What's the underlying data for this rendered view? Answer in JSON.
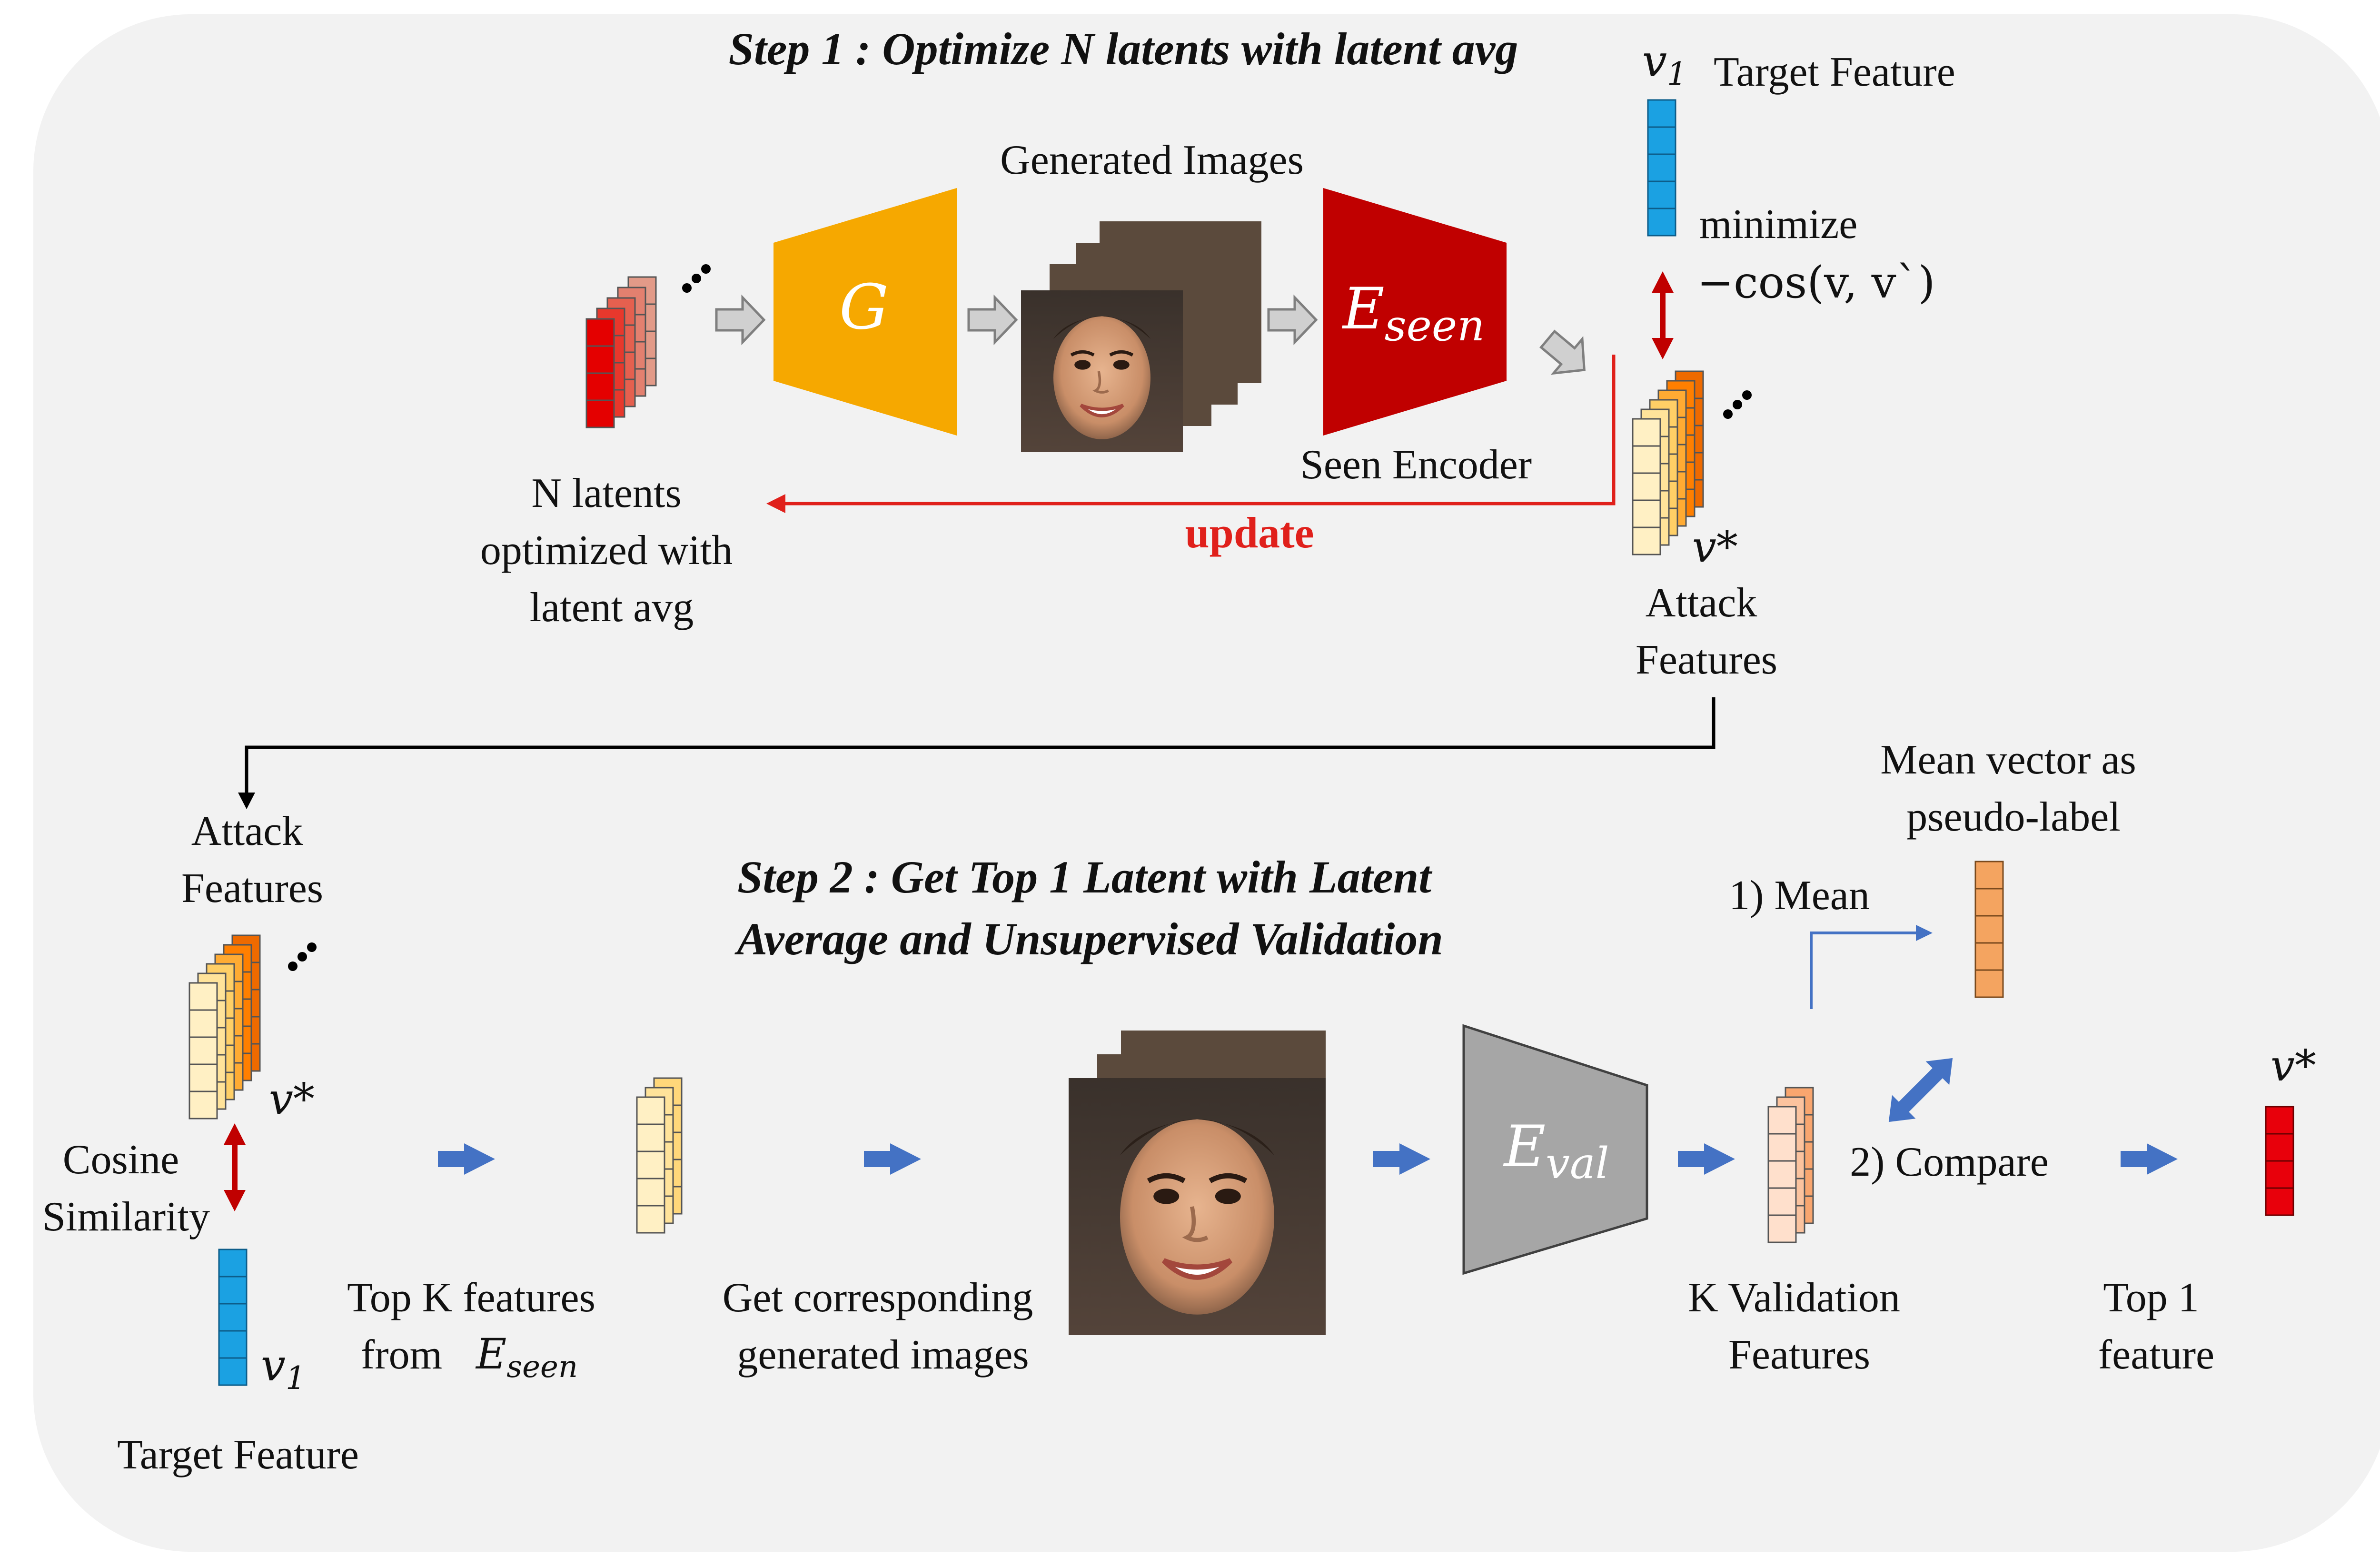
{
  "step1": {
    "title": "Step 1 : Optimize N latents with latent avg",
    "generated_images_label": "Generated Images",
    "generator_symbol": "G",
    "seen_encoder_symbol_base": "E",
    "seen_encoder_symbol_sub": "seen",
    "seen_encoder_label": "Seen Encoder",
    "latents_label": [
      "N latents",
      "optimized with",
      "latent avg"
    ],
    "update_label": "update",
    "target_symbol_base": "v",
    "target_symbol_sub": "1",
    "target_label": "Target Feature",
    "minimize_label": "minimize",
    "loss_label": "−cos(v, v`)",
    "attack_symbol": "v*",
    "attack_label": [
      "Attack",
      "Features"
    ]
  },
  "step2": {
    "title_line1": "Step 2 : Get Top 1 Latent with Latent",
    "title_line2": "Average and Unsupervised Validation",
    "attack_label": [
      "Attack",
      "Features"
    ],
    "attack_symbol": "v*",
    "cosine_label": [
      "Cosine",
      "Similarity"
    ],
    "target_symbol_base": "v",
    "target_symbol_sub": "1",
    "target_label": "Target Feature",
    "topk_label_line1": "Top K features",
    "topk_label_line2_prefix": "from",
    "topk_symbol_base": "E",
    "topk_symbol_sub": "seen",
    "corresponding_label": [
      "Get corresponding",
      "generated images"
    ],
    "val_encoder_symbol_base": "E",
    "val_encoder_symbol_sub": "val",
    "kval_label": [
      "K Validation",
      "Features"
    ],
    "mean_step_label": "1) Mean",
    "mean_vector_label": [
      "Mean vector as",
      "pseudo-label"
    ],
    "compare_label": "2) Compare",
    "top1_symbol": "v*",
    "top1_label": [
      "Top 1",
      "feature"
    ]
  },
  "colors": {
    "background_panel": "#f2f2f2",
    "generator": "#f6a800",
    "seen_encoder": "#c00000",
    "val_encoder": "#a6a6a6",
    "target_feature": "#1ba1e2",
    "update_arrow": "#e0201b",
    "blue_arrow": "#4472c4",
    "top1_feature": "#e8000b",
    "mean_vector": "#f4a460"
  }
}
